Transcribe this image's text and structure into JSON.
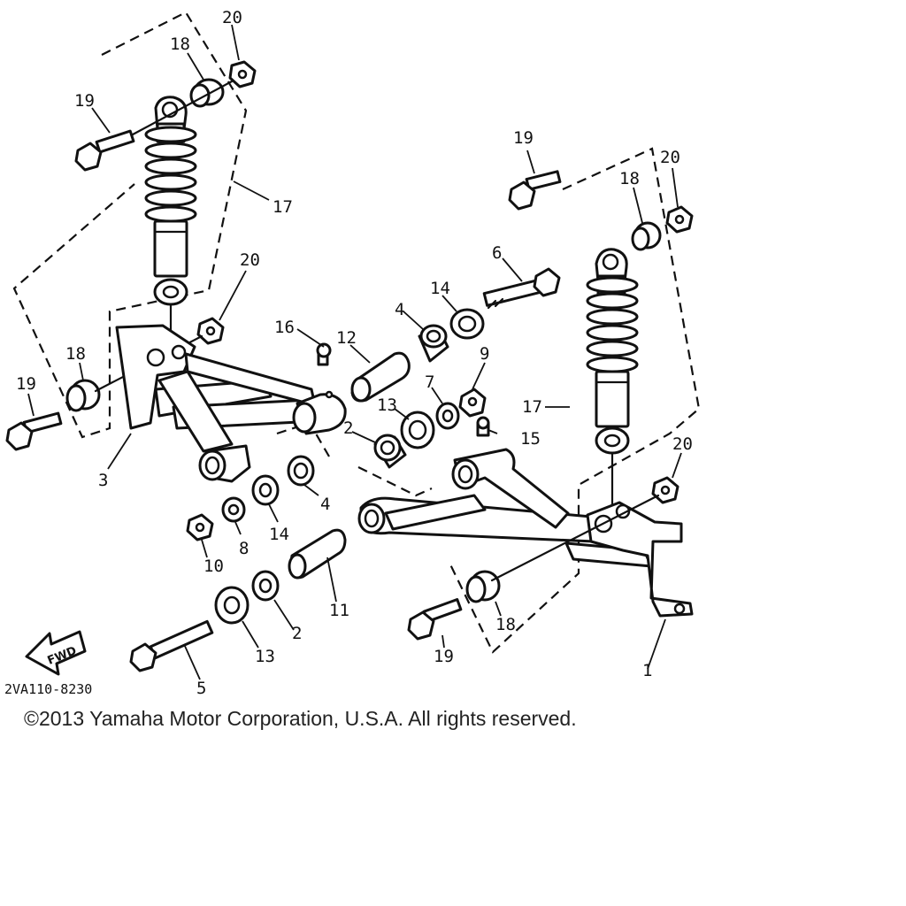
{
  "diagram_code": "2VA110-8230",
  "copyright": "©2013 Yamaha Motor Corporation, U.S.A. All rights reserved.",
  "fwd_label": "FWD",
  "callouts": {
    "c1": "1",
    "c2a": "2",
    "c2b": "2",
    "c3": "3",
    "c4a": "4",
    "c4b": "4",
    "c5": "5",
    "c6": "6",
    "c7": "7",
    "c8": "8",
    "c9": "9",
    "c10": "10",
    "c11": "11",
    "c12": "12",
    "c13a": "13",
    "c13b": "13",
    "c14a": "14",
    "c14b": "14",
    "c15": "15",
    "c16": "16",
    "c17a": "17",
    "c17b": "17",
    "c18a": "18",
    "c18b": "18",
    "c18c": "18",
    "c18d": "18",
    "c19a": "19",
    "c19b": "19",
    "c19c": "19",
    "c19d": "19",
    "c20a": "20",
    "c20b": "20",
    "c20c": "20",
    "c20d": "20"
  }
}
